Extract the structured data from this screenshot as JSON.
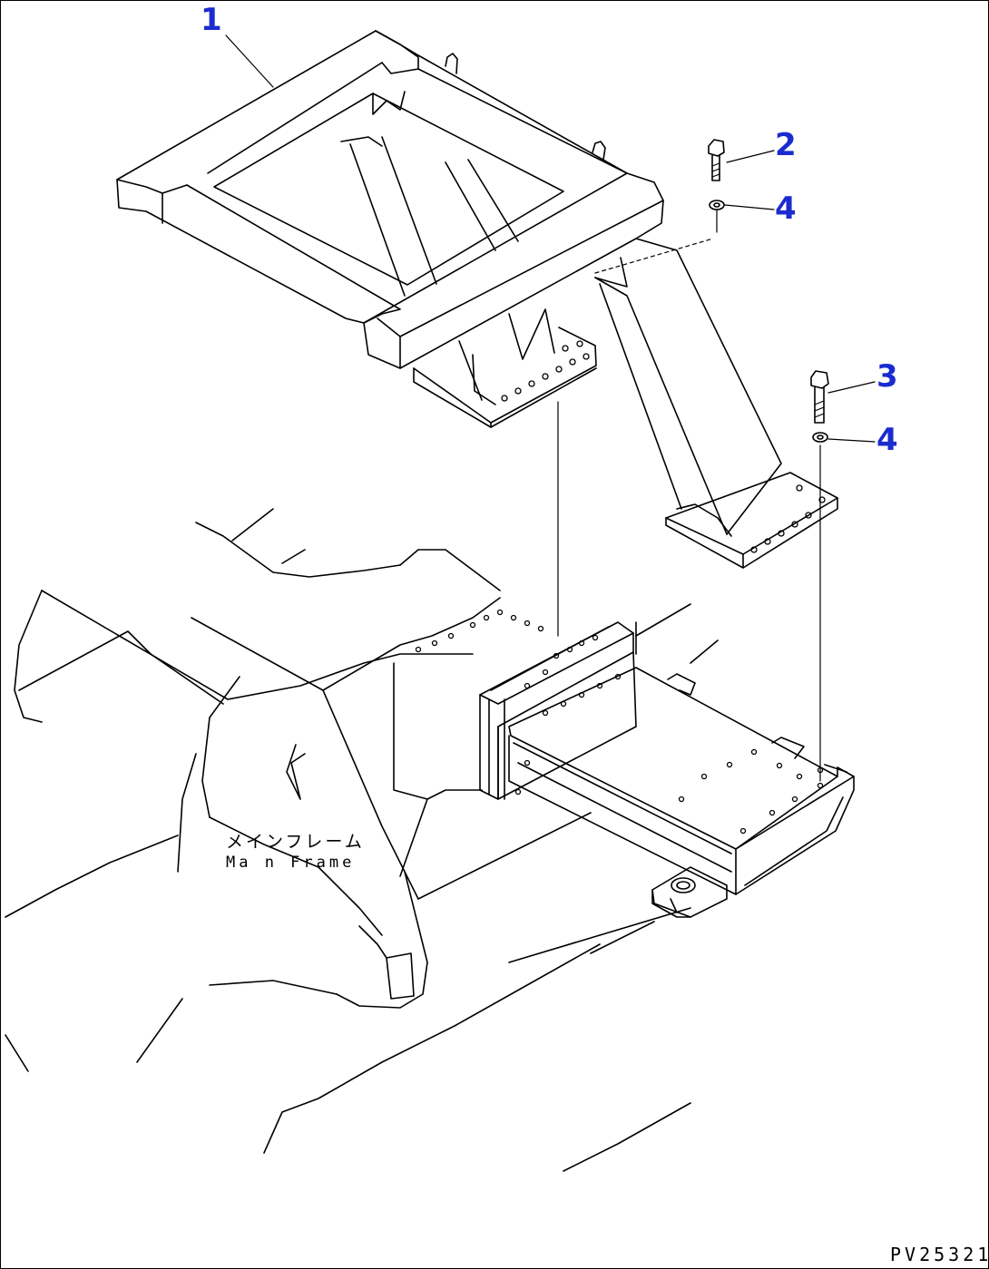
{
  "diagram": {
    "part_labels": [
      "1",
      "2",
      "3",
      "4",
      "4"
    ],
    "main_frame_label_jp": "メインフレーム",
    "main_frame_label_en": "Ma n Frame",
    "drawing_code": "PV25321",
    "callout_color": "#1a2ccf",
    "line_color": "#000000"
  }
}
